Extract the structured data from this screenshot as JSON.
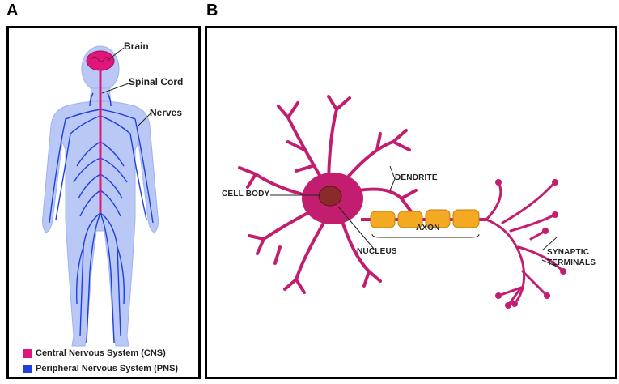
{
  "panels": {
    "a": {
      "letter": "A",
      "labels": {
        "brain": "Brain",
        "spinal_cord": "Spinal Cord",
        "nerves": "Nerves"
      },
      "legend": [
        {
          "text": "Central Nervous System (CNS)",
          "color": "#e0177a"
        },
        {
          "text": "Peripheral Nervous System (PNS)",
          "color": "#1f3fe0"
        }
      ]
    },
    "b": {
      "letter": "B",
      "labels": {
        "cell_body": "CELL BODY",
        "dendrite": "DENDRITE",
        "axon": "AXON",
        "nucleus": "NUCLEUS",
        "synaptic_line1": "SYNAPTIC",
        "synaptic_line2": "TERMINALS"
      }
    }
  },
  "colors": {
    "cns": "#e0177a",
    "pns": "#1f3fe0",
    "body_fill": "#b9c8f5",
    "neuron": "#c21d6e",
    "myelin": "#f4a922",
    "nucleus": "#8b2a2a"
  }
}
